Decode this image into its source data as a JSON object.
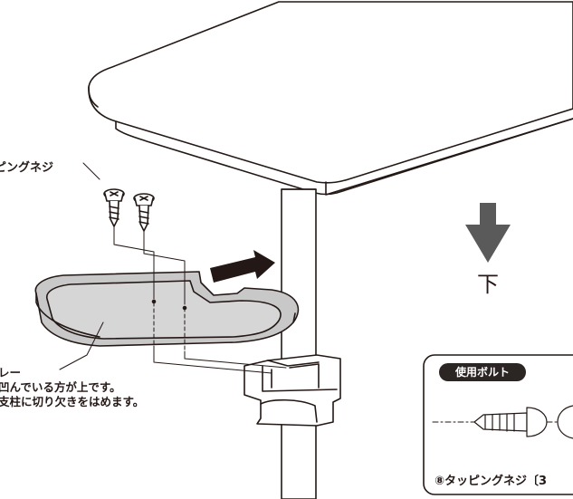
{
  "labels": {
    "tapping_screw": "ピングネジ",
    "tray_title": "レー",
    "tray_note_1": "凹んでいる方が上です。",
    "tray_note_2": "支柱に切り欠きをはめます。",
    "direction_down": "下"
  },
  "parts_box": {
    "title": "使用ボルト",
    "caption": "⑧タッピングネジ〔3"
  },
  "colors": {
    "line": "#231815",
    "tray_fill": "#c8c8c8",
    "arrow_fill": "#5a5a5a",
    "badge": "#2b2523"
  }
}
